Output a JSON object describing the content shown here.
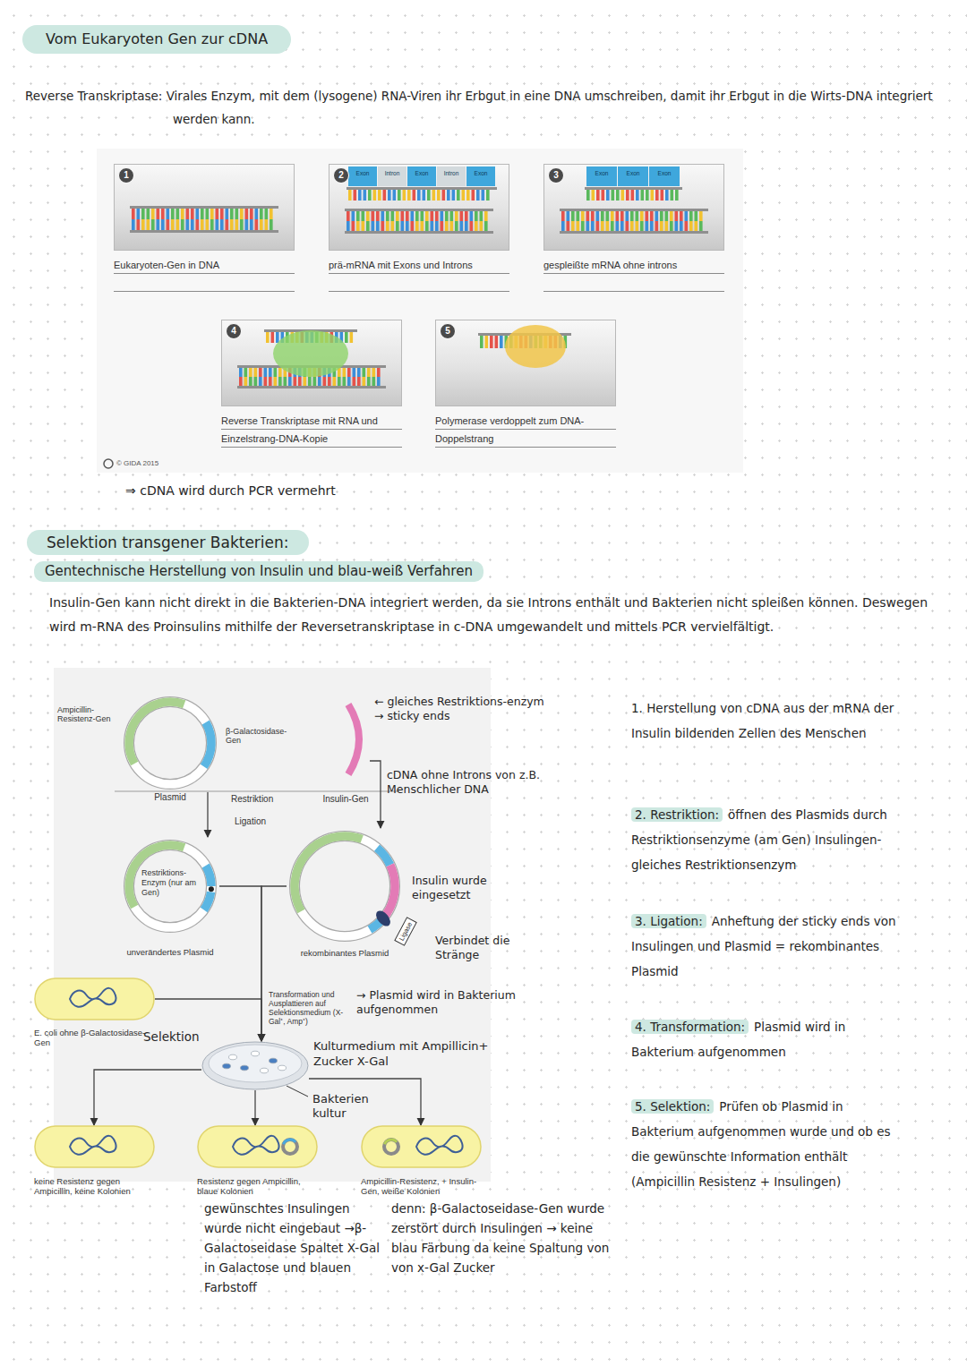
{
  "diagram": {
    "title": "Vom Eukaryoten Gen zur cDNA",
    "nodes": [
      {
        "text": [
          "1",
          "Eukaryoten-Gen in DNA"
        ]
      },
      {
        "text": [
          "2",
          "prä-mRNA mit Exons und Introns"
        ]
      },
      {
        "text": [
          "3",
          "gespleißte mRNA ohne introns"
        ]
      },
      {
        "text": [
          "4",
          "Reverse Transkriptase mit RNA und Einzelstrang-DNA-Kopie"
        ]
      },
      {
        "text": [
          "5",
          "Polymerase verdoppelt zum DNA-Doppelstrang"
        ]
      },
      {
        "text": [
          "Selektion transgener Bakterien:"
        ]
      },
      {
        "text": [
          "Gentechnische Herstellung von Insulin und blau-weiß Verfahren"
        ]
      },
      {
        "text": [
          "Plasmid"
        ]
      },
      {
        "text": [
          "Insulin-Gen"
        ]
      },
      {
        "text": [
          "unverändertes Plasmid"
        ]
      },
      {
        "text": [
          "rekombinantes Plasmid"
        ]
      },
      {
        "text": [
          "E. coli ohne β-Galactosidase-Gen"
        ]
      },
      {
        "text": [
          "Bakterien kultur"
        ]
      },
      {
        "text": [
          "keine Resistenz gegen Ampicillin, keine Kolonien"
        ]
      },
      {
        "text": [
          "Resistenz gegen Ampicillin, blaue Kolonien",
          "gewünschtes Insulingen wurde nicht eingebaut →β-Galactoseidase Spaltet X-Gal in Galactose und blauen Farbstoff"
        ]
      },
      {
        "text": [
          "Ampicillin-Resistenz, + Insulin-Gen, weiße Kolonien",
          "denn: β-Galactoseidase-Gen wurde zerstört durch Insulingen → keine blau Färbung da keine Spaltung von von x-Gal Zucker"
        ]
      }
    ],
    "edges": [
      {
        "from": 7,
        "to": 9,
        "arrow": "to"
      },
      {
        "from": 8,
        "to": 10,
        "arrow": "to"
      },
      {
        "from": 9,
        "to": 12,
        "arrow": "to"
      },
      {
        "from": 10,
        "to": 12,
        "arrow": "to",
        "label": "Transformation und Ausplattieren auf Selektionsmedium (X-Gal⁺, Amp⁺)"
      },
      {
        "from": 11,
        "to": 12,
        "arrow": "to"
      },
      {
        "from": 12,
        "to": 13,
        "arrow": "to"
      },
      {
        "from": 12,
        "to": 14,
        "arrow": "to"
      },
      {
        "from": 12,
        "to": 15,
        "arrow": "to"
      }
    ],
    "labels": [
      "Reverse Transkriptase: Virales Enzym, mit dem (lysogene) RNA-Viren ihr Erbgut in eine DNA umschreiben, damit ihr Erbgut in die Wirts-DNA integriert werden kann.",
      "© GIDA 2015",
      "⇒ cDNA wird durch PCR vermehrt",
      "Insulin-Gen kann nicht direkt in die Bakterien-DNA integriert werden, da sie Introns enthält und Bakterien nicht spleißen können. Deswegen wird m-RNA des Proinsulins mithilfe der Reversetranskriptase in c-DNA umgewandelt und mittels PCR vervielfältigt.",
      "Ampicillin-Resistenz-Gen",
      "β-Galactosidase-Gen",
      "← gleiches Restriktions-enzym → sticky ends",
      "Restriktion",
      "cDNA ohne Introns von z.B. Menschlicher DNA",
      "Ligation",
      "Restriktions-Enzym (nur am Gen)",
      "Insulin wurde eingesetzt",
      "Ligase",
      "Verbindet die Stränge",
      "→ Plasmid wird in Bakterium aufgenommen",
      "Selektion",
      "Kulturmedium mit Ampillicin+ Zucker X-Gal",
      "1. Herstellung von cDNA aus der mRNA der Insulin bildenden Zellen des Menschen",
      "2. Restriktion:",
      "öffnen des Plasmids durch Restriktionsenzyme (am Gen) Insulingen- gleiches Restriktionsenzym",
      "3. Ligation:",
      "Anheftung der sticky ends von Insulingen und Plasmid = rekombinantes Plasmid",
      "4. Transformation:",
      "Plasmid wird in Bakterium aufgenommen",
      "5. Selektion:",
      "Prüfen ob Plasmid in Bakterium aufgenommen wurde und ob es die gewünschte Information enthält (Ampicillin Resistenz + Insulingen)",
      "Exon",
      "Intron",
      "Exon",
      "Intron",
      "Exon",
      "Exon",
      "Exon",
      "Exon"
    ]
  }
}
